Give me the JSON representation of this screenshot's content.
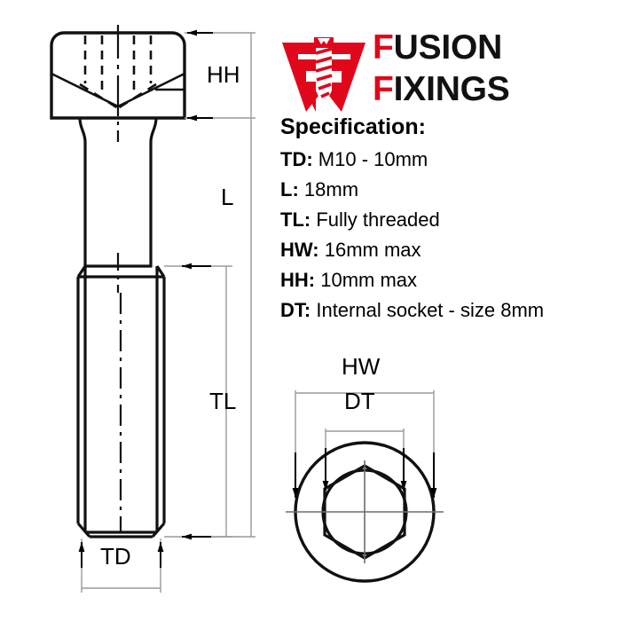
{
  "brand": {
    "logo_icon": "screw-ff-monogram-icon",
    "accent_color": "#e1071b",
    "line1_initial": "F",
    "line1_rest": "USION",
    "line2_initial": "F",
    "line2_rest": "IXINGS"
  },
  "spec": {
    "title": "Specification:",
    "rows": [
      {
        "key": "TD:",
        "value": "M10 - 10mm"
      },
      {
        "key": "L:",
        "value": "18mm"
      },
      {
        "key": "TL:",
        "value": "Fully threaded"
      },
      {
        "key": "HW:",
        "value": "16mm max"
      },
      {
        "key": "HH:",
        "value": "10mm max"
      },
      {
        "key": "DT:",
        "value": "Internal socket - size 8mm"
      }
    ]
  },
  "drawing": {
    "side_view": {
      "name": "socket-cap-screw-side-view",
      "dimensions": {
        "head_height": "HH",
        "overall_length": "L",
        "thread_length": "TL",
        "thread_diameter": "TD"
      }
    },
    "end_view": {
      "name": "socket-cap-screw-end-view",
      "dimensions": {
        "head_width": "HW",
        "drive_size": "DT"
      }
    }
  }
}
